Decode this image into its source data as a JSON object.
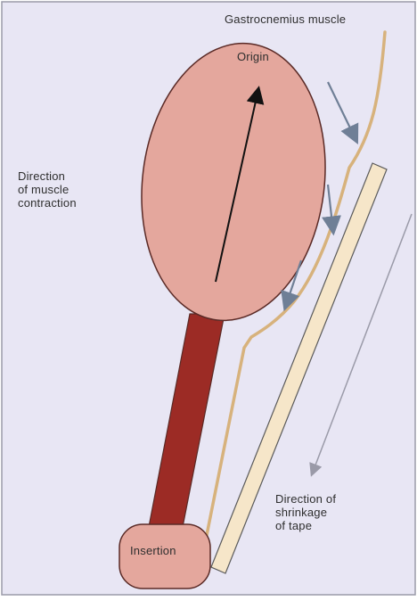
{
  "labels": {
    "gastrocnemius": "Gastrocnemius muscle",
    "origin": "Origin",
    "muscle_contraction": "Direction\nof muscle\ncontraction",
    "tape_shrinkage": "Direction of\nshrinkage\nof tape",
    "insertion": "Insertion"
  },
  "colors": {
    "background": "#e8e6f4",
    "frame": "#9a9aa8",
    "muscle_belly": "#e4a79d",
    "muscle_outline": "#5a2a26",
    "tendon": "#9c2b25",
    "tape": "#f6e6c9",
    "fascia_line": "#d7b27c",
    "small_arrows": "#6f7f96",
    "shrink_arrow": "#9a9aa8",
    "contraction_arrow": "#111111"
  },
  "icons": {
    "contraction_arrow": "arrow-up-icon",
    "pull_arrows": "arrow-down-icon",
    "shrink_arrow": "arrow-down-left-icon"
  }
}
